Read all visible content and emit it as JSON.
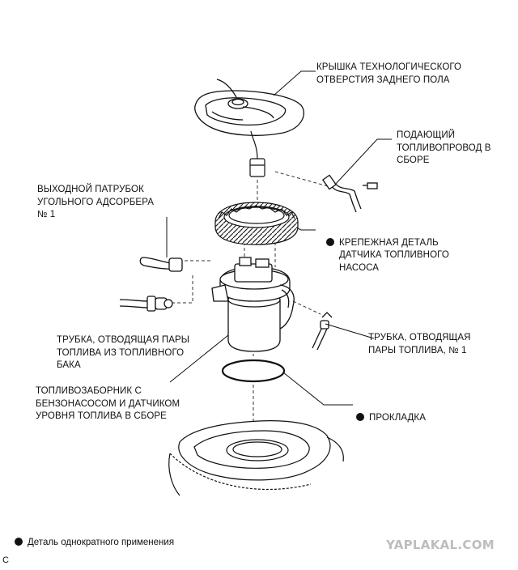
{
  "labels": {
    "cover": "КРЫШКА ТЕХНОЛОГИЧЕСКОГО\nОТВЕРСТИЯ ЗАДНЕГО ПОЛА",
    "fuel_main_tube": "ПОДАЮЩИЙ\nТОПЛИВОПРОВОД В\nСБОРЕ",
    "canister_outlet": "ВЫХОДНОЙ ПАТРУБОК\nУГОЛЬНОГО АДСОРБЕРА\n№ 1",
    "retainer": "КРЕПЕЖНАЯ ДЕТАЛЬ\nДАТЧИКА ТОПЛИВНОГО\nНАСОСА",
    "vapor_tube_tank": "ТРУБКА, ОТВОДЯЩАЯ ПАРЫ\nТОПЛИВА ИЗ ТОПЛИВНОГО\nБАКА",
    "vapor_tube_1": "ТРУБКА, ОТВОДЯЩАЯ\nПАРЫ ТОПЛИВА, № 1",
    "suction_plate": "ТОПЛИВОЗАБОРНИК С\nБЕНЗОНАСОСОМ И ДАТЧИКОМ\nУРОВНЯ ТОПЛИВА В СБОРЕ",
    "gasket": "ПРОКЛАДКА"
  },
  "legend": {
    "text": "Деталь однократного применения"
  },
  "watermark": "YAPLAKAL.COM",
  "figure_code": "C"
}
